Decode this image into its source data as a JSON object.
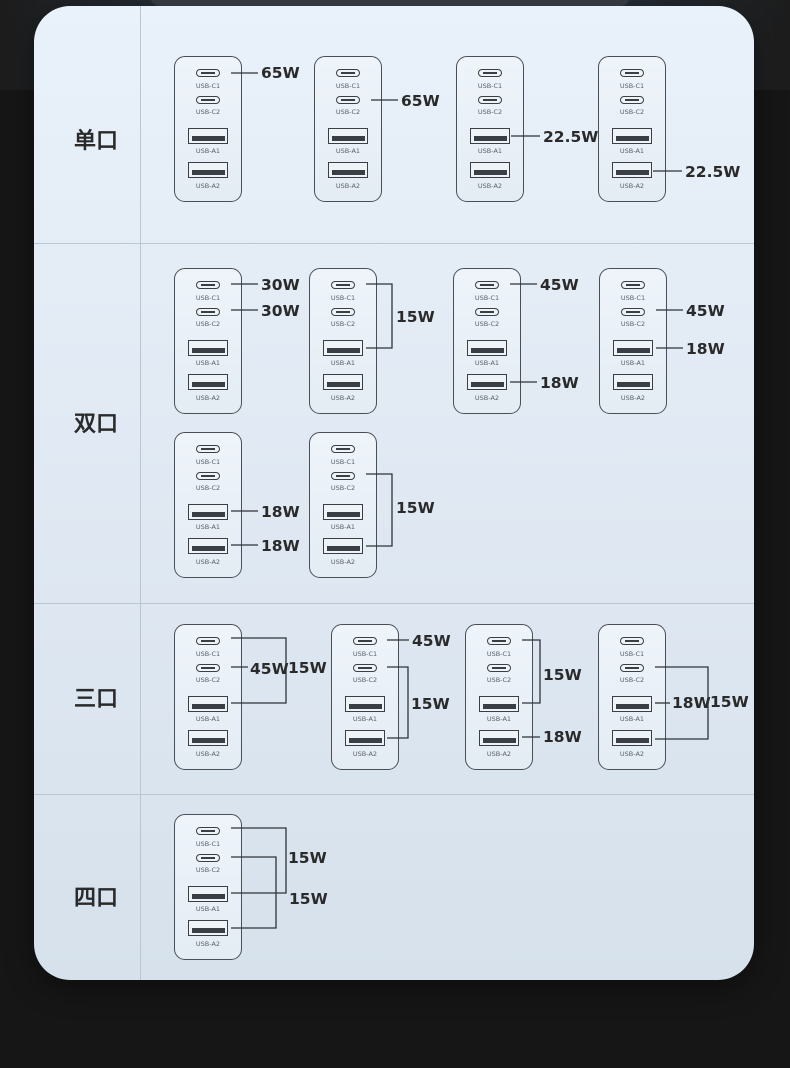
{
  "ports": {
    "c1": "USB-C1",
    "c2": "USB-C2",
    "a1": "USB-A1",
    "a2": "USB-A2"
  },
  "sections": [
    {
      "label": "单口"
    },
    {
      "label": "双口"
    },
    {
      "label": "三口"
    },
    {
      "label": "四口"
    }
  ],
  "watts": {
    "s1": [
      "65W",
      "65W",
      "22.5W",
      "22.5W"
    ],
    "s2": [
      "30W",
      "30W",
      "15W",
      "45W",
      "18W",
      "45W",
      "18W",
      "18W",
      "18W",
      "15W"
    ],
    "s3": [
      "45W",
      "15W",
      "45W",
      "15W",
      "15W",
      "18W",
      "18W",
      "15W"
    ],
    "s4": [
      "15W",
      "15W"
    ]
  }
}
